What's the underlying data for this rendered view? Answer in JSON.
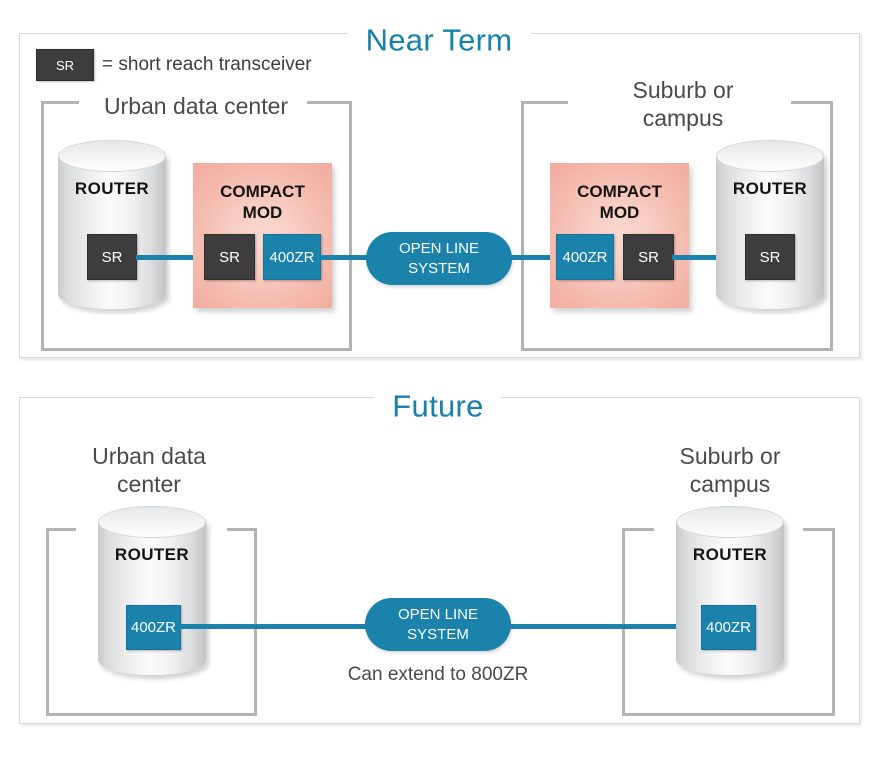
{
  "legend": {
    "chip_label": "SR",
    "description": "= short reach transceiver"
  },
  "sections": {
    "near_term": {
      "title": "Near Term",
      "groups": {
        "left": "Urban data center",
        "right": "Suburb or\ncampus"
      },
      "left_router": {
        "label": "ROUTER",
        "transceiver": "SR"
      },
      "left_compact_mod": {
        "label": "COMPACT\nMOD",
        "client_side": "SR",
        "line_side": "400ZR"
      },
      "right_compact_mod": {
        "label": "COMPACT\nMOD",
        "line_side": "400ZR",
        "client_side": "SR"
      },
      "right_router": {
        "label": "ROUTER",
        "transceiver": "SR"
      },
      "open_line_system": "OPEN LINE\nSYSTEM"
    },
    "future": {
      "title": "Future",
      "groups": {
        "left": "Urban data\ncenter",
        "right": "Suburb or\ncampus"
      },
      "left_router": {
        "label": "ROUTER",
        "transceiver": "400ZR"
      },
      "right_router": {
        "label": "ROUTER",
        "transceiver": "400ZR"
      },
      "open_line_system": "OPEN LINE\nSYSTEM",
      "note": "Can extend to 800ZR"
    }
  },
  "colors": {
    "accent_teal": "#1a82ab",
    "title_teal": "#1681ab",
    "transceiver_dark": "#3d3d3d",
    "compact_mod_pink": "#f5bcb0",
    "bracket_gray": "#b3b3b3",
    "panel_border": "#d8d8d8"
  }
}
